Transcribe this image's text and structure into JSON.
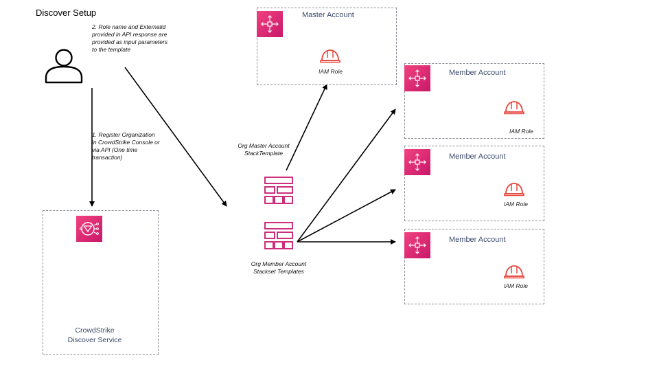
{
  "title": "Discover Setup",
  "notes": {
    "step2": [
      "2. Role name and Externalid",
      "provided in API response are",
      "provided as input parameters",
      "to the template"
    ],
    "step1": [
      "1. Register Organization",
      "in CrowdStrike Console or",
      "via API (One time",
      "transaction)"
    ]
  },
  "master": {
    "label": "Master Account",
    "role": "IAM Role"
  },
  "members": [
    {
      "label": "Member Account",
      "role": "IAM Role"
    },
    {
      "label": "Member Account",
      "role": "IAM Role"
    },
    {
      "label": "Member Account",
      "role": "IAM Role"
    }
  ],
  "templates": {
    "master_caption": [
      "Org Master Account",
      "StackTemplate"
    ],
    "member_caption": [
      "Org Member Account",
      "Stackset Templates"
    ]
  },
  "service": {
    "label": [
      "CrowdStrike",
      "Discover Service"
    ]
  },
  "colors": {
    "accent": "#e7157b",
    "role": "#e8453c",
    "border": "#8a8a95",
    "label": "#3b4a6b"
  },
  "icons": [
    "user-icon",
    "organizations-icon",
    "iam-role-icon",
    "stack-template-icon",
    "discover-service-icon"
  ]
}
